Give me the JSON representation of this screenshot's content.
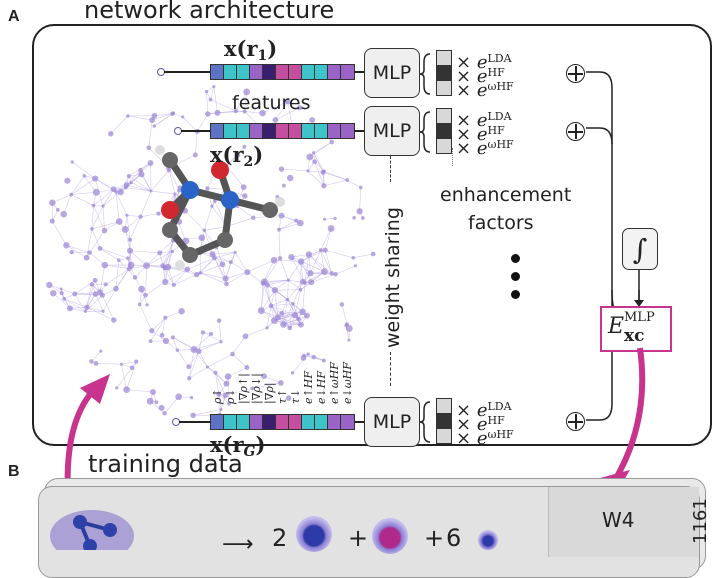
{
  "panel_a": {
    "letter": "A",
    "title": "network architecture",
    "inputs": [
      {
        "label_main": "x",
        "label_sub": "1",
        "sub_italic": false
      },
      {
        "label_main": "x",
        "label_sub": "2",
        "sub_italic": false
      },
      {
        "label_main": "x",
        "label_sub": "G",
        "sub_italic": true
      }
    ],
    "features_label": "features",
    "mlp_label": "MLP",
    "weight_sharing_label": "weight sharing",
    "enhancement_label_line1": "enhancement",
    "enhancement_label_line2": "factors",
    "times_symbol": "×",
    "e_symbol": "e",
    "factor_superscripts": [
      "LDA",
      "HF",
      "ωHF"
    ],
    "integral_symbol": "∫",
    "output": {
      "main": "E",
      "sup": "MLP",
      "sub": "xc"
    },
    "feature_names": [
      "ρ↑",
      "ρ↓",
      "|∇ρ↑|",
      "|∇ρ↓|",
      "|∇ρ|",
      "τ↑",
      "τ↓",
      "e↑HF",
      "e↓HF",
      "e↑ωHF",
      "e↓ωHF"
    ],
    "feature_colors": [
      "#5d73c4",
      "#3ec3c8",
      "#3ec3c8",
      "#9a63c6",
      "#3a1f6e",
      "#c44ea0",
      "#c44ea0",
      "#3ec3c8",
      "#3ec3c8",
      "#9a63c6",
      "#9a63c6"
    ],
    "ellipsis": "⋮"
  },
  "panel_b": {
    "letter": "B",
    "title": "training data",
    "dataset_label": "W4",
    "dataset_count": "1161",
    "reaction": {
      "arrow": "⟶",
      "coef1": "2",
      "plus1": "+",
      "plus2": "+",
      "coef3": "6"
    }
  },
  "colors": {
    "accent_magenta": "#c8338e",
    "network_purple": "#9b84d4",
    "text": "#222222"
  }
}
